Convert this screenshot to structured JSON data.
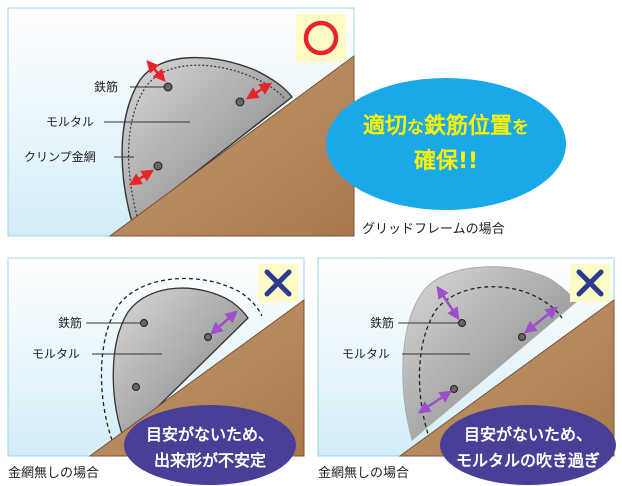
{
  "top_panel": {
    "labels": {
      "rebar": "鉄筋",
      "mortar": "モルタル",
      "crimp_mesh": "クリンプ金網"
    },
    "bubble": {
      "line1_a": "適切",
      "line1_b": "な",
      "line1_c": "鉄筋位置",
      "line1_d": "を",
      "line2": "確保!!"
    },
    "caption": "グリッドフレームの場合",
    "mark": "circle",
    "colors": {
      "bubble": "#19a9e8",
      "bubble_text": "#fff200",
      "arrow": "#e8232a",
      "mark": "#e8232a"
    }
  },
  "bottom_left_panel": {
    "labels": {
      "rebar": "鉄筋",
      "mortar": "モルタル"
    },
    "bubble": {
      "line1": "目安がないため、",
      "line2": "出来形が不安定"
    },
    "caption": "金網無しの場合",
    "mark": "cross",
    "colors": {
      "bubble": "#4a3f96",
      "arrow": "#9b4fc9",
      "mark": "#2b3a8f"
    }
  },
  "bottom_right_panel": {
    "labels": {
      "rebar": "鉄筋",
      "mortar": "モルタル"
    },
    "bubble": {
      "line1": "目安がないため、",
      "line2": "モルタルの吹き過ぎ"
    },
    "caption": "金網無しの場合",
    "mark": "cross",
    "colors": {
      "bubble": "#4a3f96",
      "arrow": "#9b4fc9",
      "mark": "#2b3a8f"
    }
  }
}
